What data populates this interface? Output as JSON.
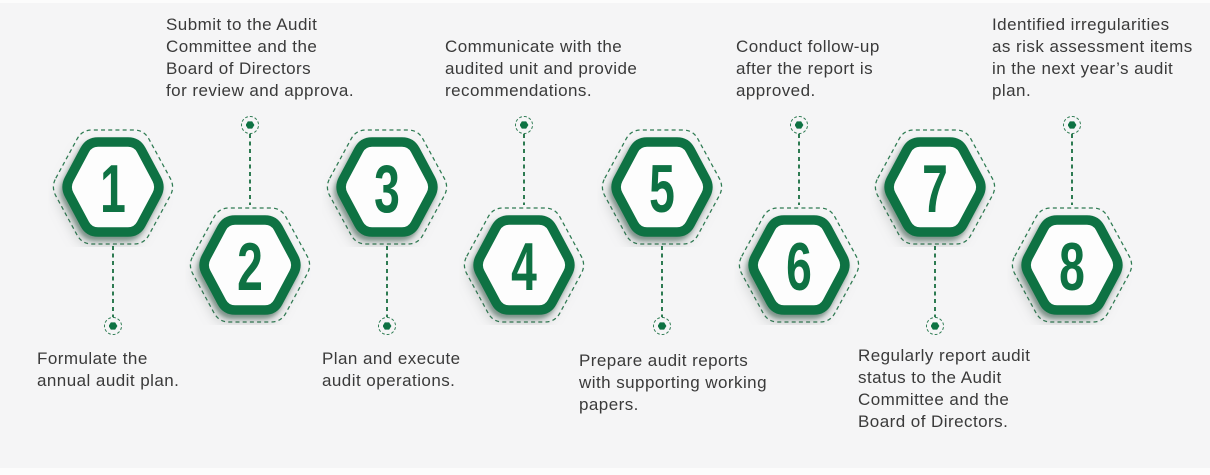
{
  "diagram": {
    "type": "process-flow-timeline",
    "theme_colors": {
      "accent_green": "#0E7243",
      "dashed_outline_green": "#2E7B52",
      "text_color": "#3A3A3A",
      "background": "#F5F5F6"
    },
    "steps": [
      {
        "number": "1",
        "label_position": "below",
        "description": "Formulate the\nannual audit plan."
      },
      {
        "number": "2",
        "label_position": "above",
        "description": "Submit to the Audit\nCommittee and the\nBoard of Directors\nfor review and approva."
      },
      {
        "number": "3",
        "label_position": "below",
        "description": "Plan and execute\naudit operations."
      },
      {
        "number": "4",
        "label_position": "above",
        "description": "Communicate with the\naudited unit and provide\nrecommendations."
      },
      {
        "number": "5",
        "label_position": "below",
        "description": "Prepare audit reports\nwith supporting working\npapers."
      },
      {
        "number": "6",
        "label_position": "above",
        "description": "Conduct follow-up\nafter the report is\napproved."
      },
      {
        "number": "7",
        "label_position": "below",
        "description": "Regularly report audit\nstatus to the Audit\nCommittee and the\nBoard of Directors."
      },
      {
        "number": "8",
        "label_position": "above",
        "description": "Identified irregularities\nas risk assessment items\nin the next year’s audit\nplan."
      }
    ]
  }
}
